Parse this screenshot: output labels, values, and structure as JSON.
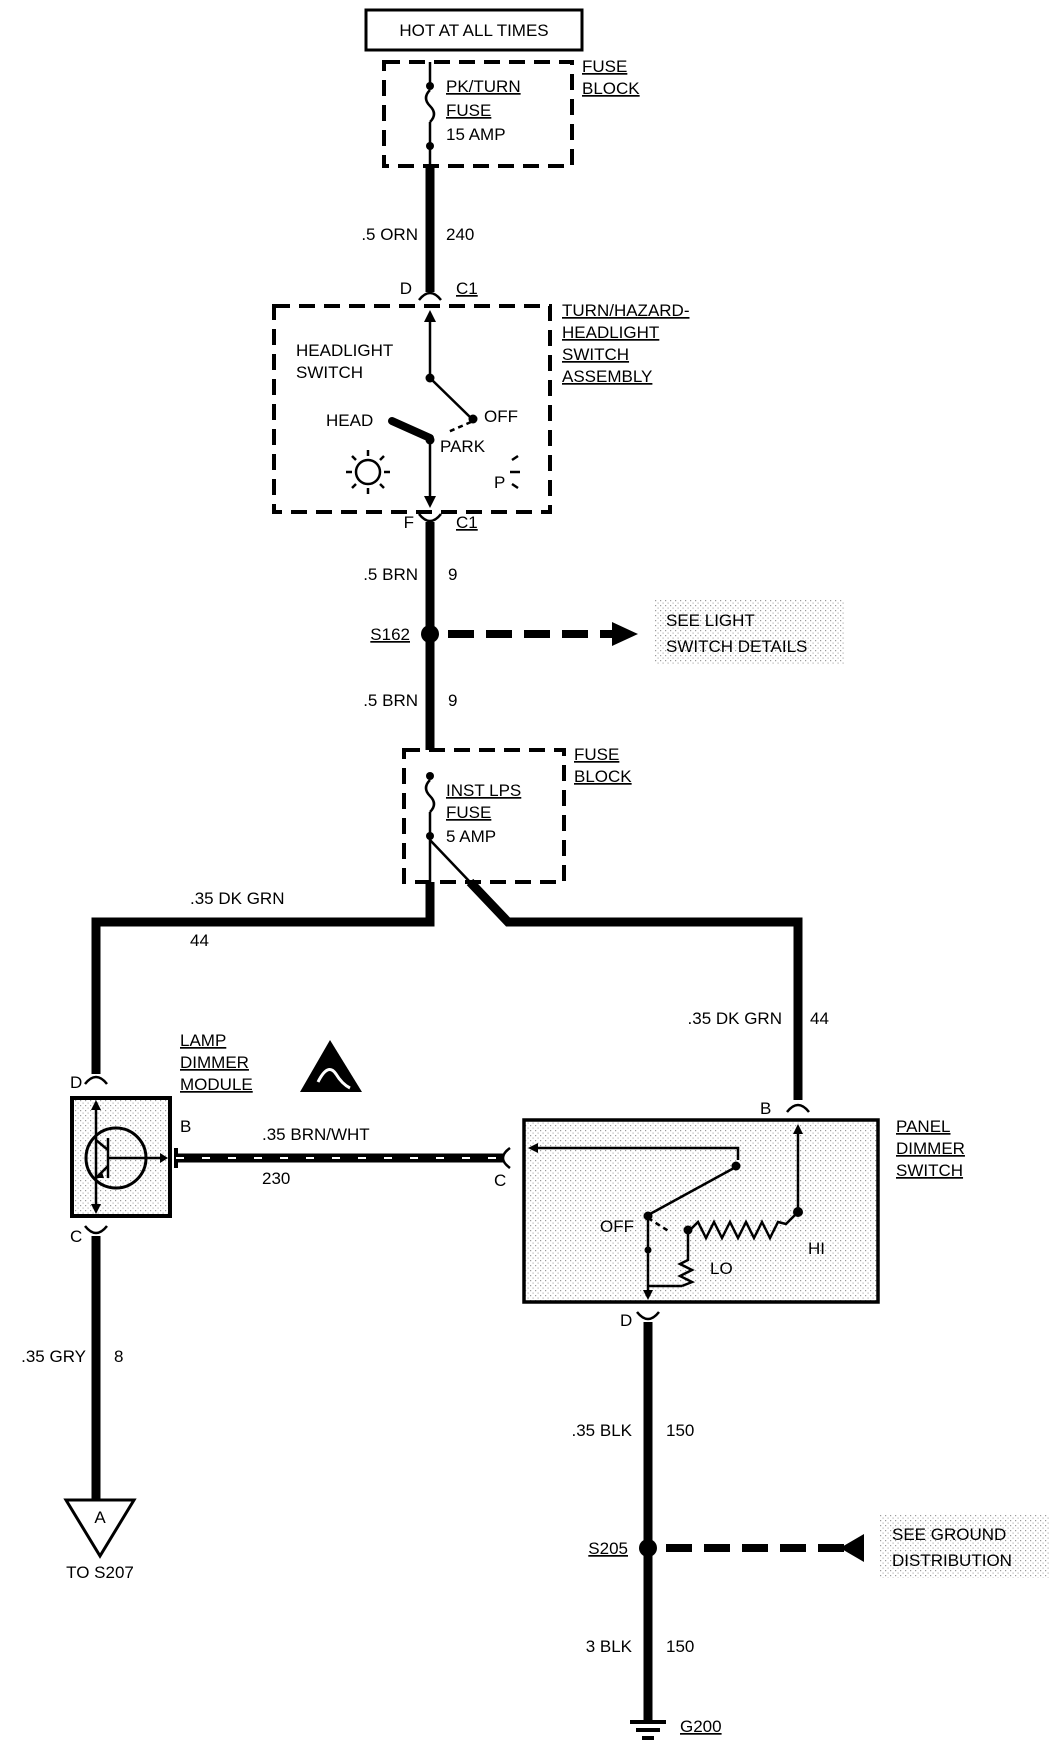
{
  "power_source": "HOT AT ALL TIMES",
  "fuse_block_label": [
    "FUSE",
    "BLOCK"
  ],
  "pk_turn_fuse": [
    "PK/TURN",
    "FUSE",
    "15 AMP"
  ],
  "wire_240": {
    "gauge": ".5 ORN",
    "circuit": "240"
  },
  "conn_d_top": "D",
  "conn_c1": "C1",
  "conn_f": "F",
  "assembly_label": [
    "TURN/HAZARD-",
    "HEADLIGHT",
    "SWITCH",
    "ASSEMBLY"
  ],
  "headlight_switch_label": [
    "HEADLIGHT",
    "SWITCH"
  ],
  "switch_positions": {
    "head": "HEAD",
    "off": "OFF",
    "park": "PARK",
    "p": "P"
  },
  "wire_9": {
    "gauge": ".5 BRN",
    "circuit": "9"
  },
  "splice_s162": "S162",
  "see_light": [
    "SEE LIGHT",
    "SWITCH DETAILS"
  ],
  "inst_lps_fuse": [
    "INST LPS",
    "FUSE",
    "5 AMP"
  ],
  "wire_44": {
    "gauge": ".35 DK GRN",
    "circuit": "44"
  },
  "lamp_dimmer_label": [
    "LAMP",
    "DIMMER",
    "MODULE"
  ],
  "pin_d": "D",
  "pin_b": "B",
  "pin_c": "C",
  "wire_230": {
    "gauge": ".35 BRN/WHT",
    "circuit": "230"
  },
  "panel_dimmer_label": [
    "PANEL",
    "DIMMER",
    "SWITCH"
  ],
  "panel_positions": {
    "off": "OFF",
    "lo": "LO",
    "hi": "HI"
  },
  "wire_8": {
    "gauge": ".35 GRY",
    "circuit": "8"
  },
  "connector_a": "A",
  "to_s207": "TO S207",
  "wire_150": {
    "gauge": ".35 BLK",
    "circuit": "150"
  },
  "splice_s205": "S205",
  "see_ground": [
    "SEE GROUND",
    "DISTRIBUTION"
  ],
  "wire_150b": {
    "gauge": "3 BLK",
    "circuit": "150"
  },
  "ground_g200": "G200"
}
